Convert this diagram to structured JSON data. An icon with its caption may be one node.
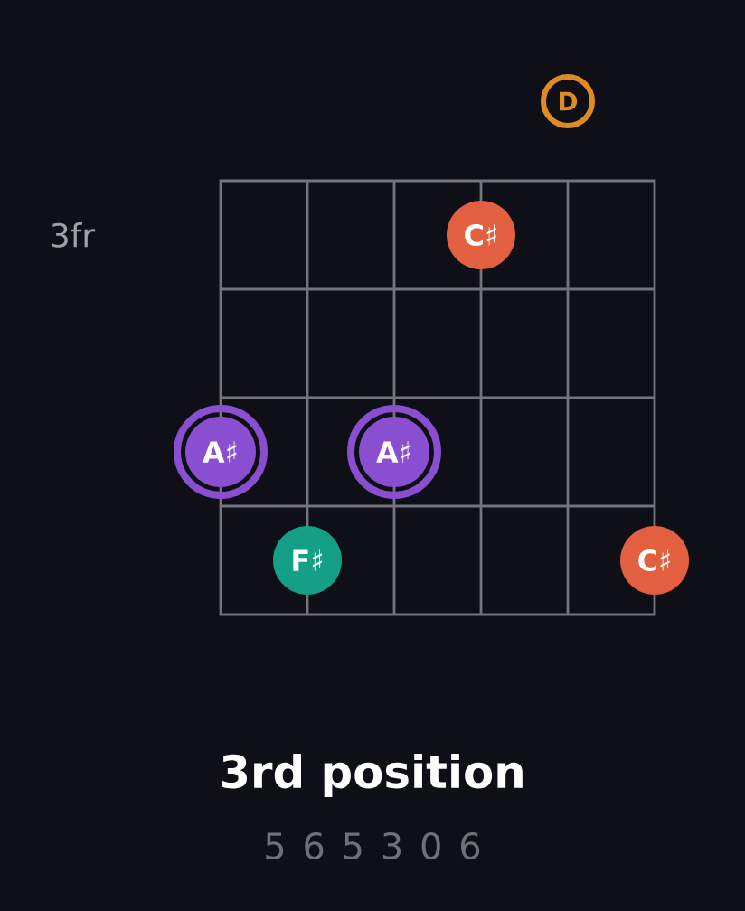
{
  "diagram": {
    "title": "3rd position",
    "nodes": [
      {
        "text": [
          "D"
        ]
      },
      {
        "text": [
          "C♯"
        ]
      },
      {
        "text": [
          "A♯"
        ]
      },
      {
        "text": [
          "A♯"
        ]
      },
      {
        "text": [
          "F♯"
        ]
      },
      {
        "text": [
          "C♯"
        ]
      }
    ],
    "labels": [
      "3fr",
      "5 6 5 3 0 6"
    ]
  }
}
